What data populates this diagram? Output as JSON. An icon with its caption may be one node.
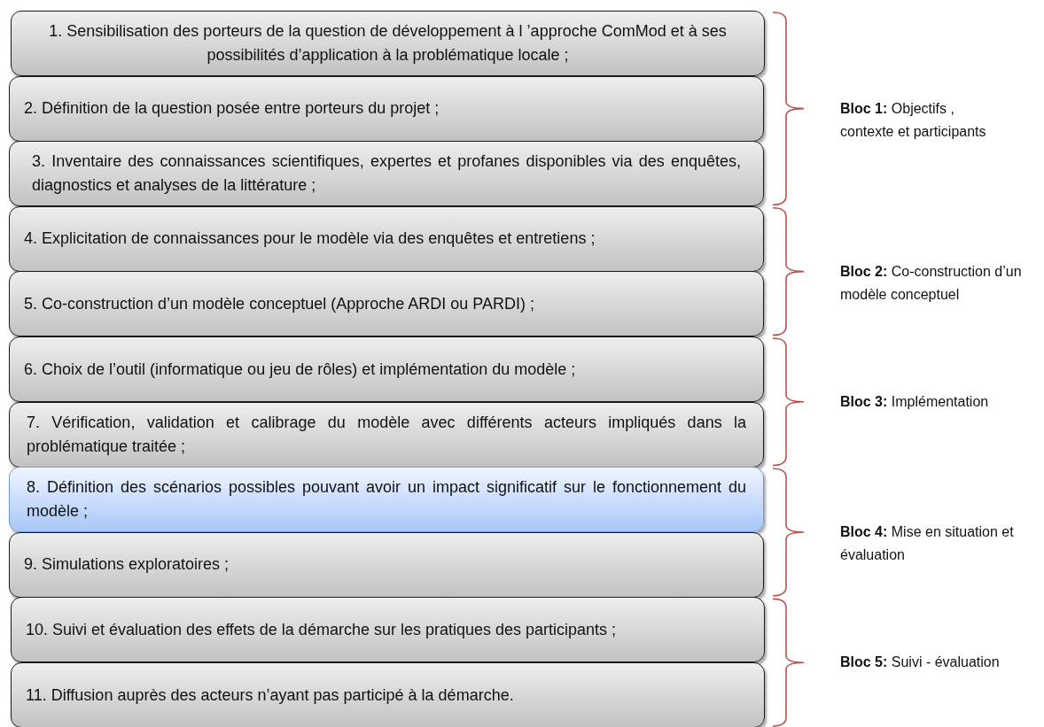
{
  "diagram": {
    "nodes": [
      {
        "text": [
          "1. Sensibilisation des porteurs de la question de développement à l ’approche ComMod et à ses possibilités d’application à la problématique locale ;"
        ]
      },
      {
        "text": [
          "2. Définition de la question posée entre porteurs du projet ;"
        ]
      },
      {
        "text": [
          "3. Inventaire des connaissances scientifiques, expertes et profanes disponibles via des enquêtes, diagnostics et analyses de la littérature ;"
        ]
      },
      {
        "text": [
          "4. Explicitation de connaissances pour le modèle via des enquêtes et entretiens ;"
        ]
      },
      {
        "text": [
          "5. Co-construction d’un modèle conceptuel (Approche ARDI ou PARDI) ;"
        ]
      },
      {
        "text": [
          "6. Choix de l’outil (informatique ou jeu de rôles) et implémentation du modèle ;"
        ]
      },
      {
        "text": [
          "7. Vérification, validation et calibrage du modèle avec  différents acteurs  impliqués dans la problématique traitée ;"
        ]
      },
      {
        "text": [
          "8. Définition des scénarios  possibles  pouvant avoir un impact significatif sur le fonctionnement  du modèle ;"
        ]
      },
      {
        "text": [
          "9. Simulations exploratoires ;"
        ]
      },
      {
        "text": [
          "10. Suivi et évaluation des effets de la démarche sur les pratiques des participants ;"
        ]
      },
      {
        "text": [
          "11. Diffusion auprès des acteurs n’ayant pas participé à la démarche."
        ]
      }
    ],
    "labels": [
      "**Bloc 1:** Objectifs , contexte et participants",
      "**Bloc 2:** Co-construction d’un modèle conceptuel",
      "**Bloc 3:** Implémentation",
      "**Bloc 4:** Mise en situation et évaluation",
      "**Bloc 5:** Suivi - évaluation"
    ]
  }
}
